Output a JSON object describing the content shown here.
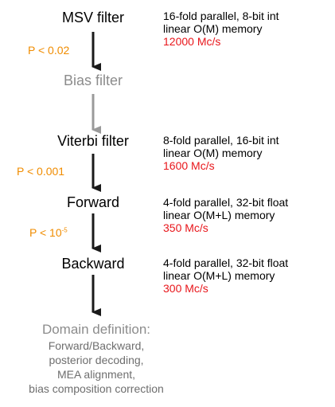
{
  "stages": {
    "msv": {
      "label": "MSV filter",
      "line1": "16-fold parallel, 8-bit int",
      "line2": "linear O(M) memory",
      "rate": "12000 Mc/s"
    },
    "bias": {
      "label": "Bias filter"
    },
    "viterbi": {
      "label": "Viterbi filter",
      "line1": "8-fold parallel, 16-bit int",
      "line2": "linear O(M) memory",
      "rate": "1600 Mc/s"
    },
    "forward": {
      "label": "Forward",
      "line1": "4-fold parallel, 32-bit float",
      "line2": "linear O(M+L) memory",
      "rate": "350 Mc/s"
    },
    "backward": {
      "label": "Backward",
      "line1": "4-fold parallel, 32-bit float",
      "line2": "linear O(M+L) memory",
      "rate": "300 Mc/s"
    }
  },
  "thresholds": {
    "msv": "P < 0.02",
    "viterbi": "P < 0.001",
    "forward_prefix": "P < 10",
    "forward_exp": "-5"
  },
  "domain_definition": {
    "title": "Domain definition:",
    "items": [
      "Forward/Backward,",
      "posterior decoding,",
      "MEA alignment,",
      "bias composition correction"
    ]
  },
  "colors": {
    "stage_text": "#000000",
    "filter_gray": "#8c8c8c",
    "threshold_orange": "#f08c00",
    "rate_red": "#e8161b",
    "arrow_dark": "#1a1a1a",
    "arrow_gray": "#9a9a9a"
  }
}
